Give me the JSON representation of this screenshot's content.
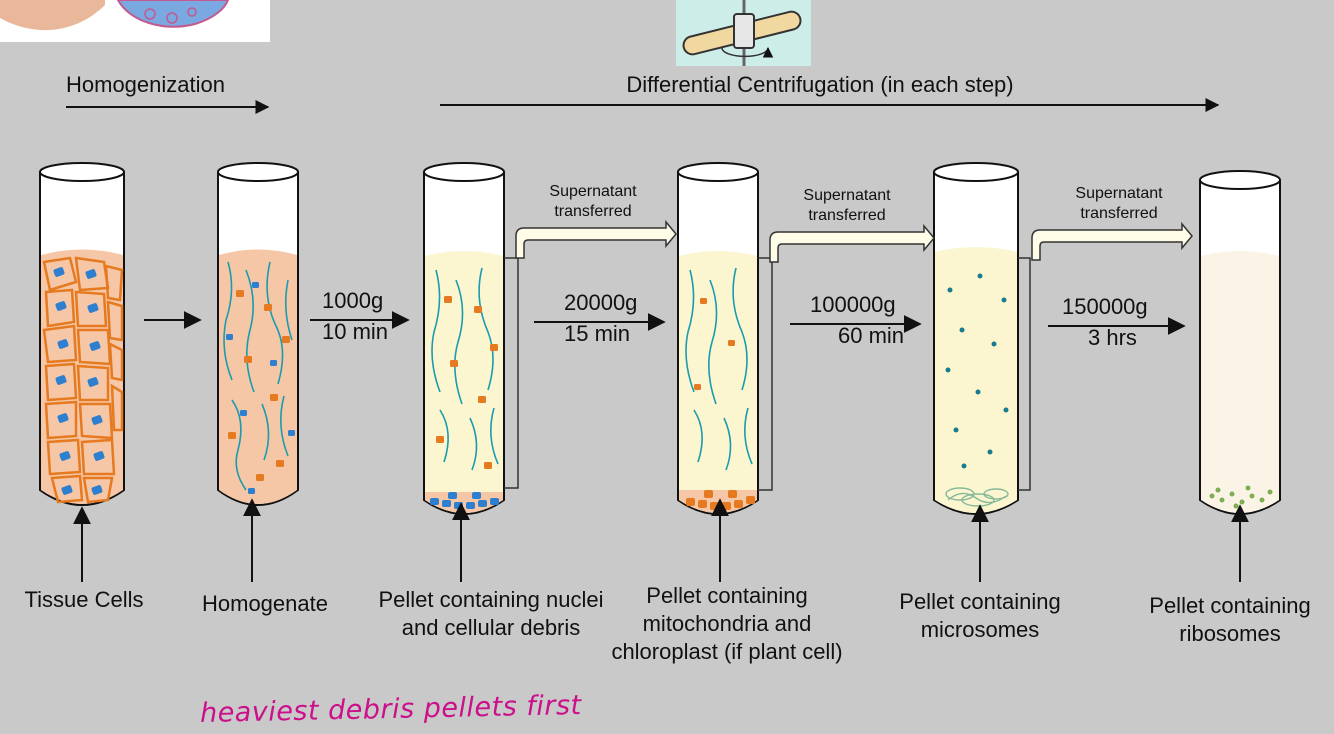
{
  "stages": {
    "homogenization": "Homogenization",
    "centrifugation": "Differential Centrifugation (in each step)"
  },
  "steps": [
    {
      "speed": "1000g",
      "time": "10 min"
    },
    {
      "speed": "20000g",
      "time": "15 min"
    },
    {
      "speed": "100000g",
      "time": "60 min"
    },
    {
      "speed": "150000g",
      "time": "3 hrs"
    }
  ],
  "supernatant": [
    "Supernatant transferred",
    "Supernatant transferred",
    "Supernatant transferred"
  ],
  "captions": [
    "Tissue Cells",
    "Homogenate",
    "Pellet containing nuclei and cellular debris",
    "Pellet containing mitochondria and chloroplast (if plant cell)",
    "Pellet containing microsomes",
    "Pellet containing ribosomes"
  ],
  "annotation": "heaviest debris pellets first",
  "colors": {
    "background": "#c9c9c9",
    "tissue_fill": "#f6c7a6",
    "cell_outline": "#e57a20",
    "nucleus": "#2f7fd1",
    "fiber": "#1a9bb0",
    "supernatant_fill": "#fbf6d0",
    "annotation": "#cc0f8a"
  },
  "icons": [
    "centrifuge-rotor-icon",
    "tissue-illustration-icon"
  ]
}
